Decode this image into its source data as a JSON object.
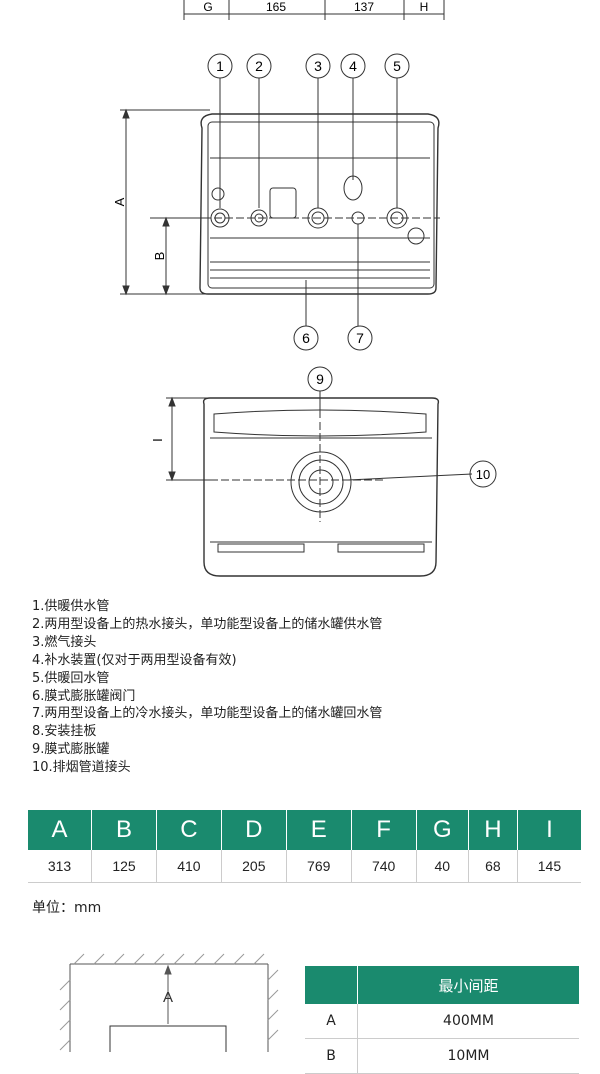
{
  "top_dims": {
    "g": "G",
    "d165": "165",
    "d137": "137",
    "h": "H"
  },
  "callouts": {
    "c1": "1",
    "c2": "2",
    "c3": "3",
    "c4": "4",
    "c5": "5",
    "c6": "6",
    "c7": "7",
    "c9": "9",
    "c10": "10"
  },
  "dim_letters": {
    "a": "A",
    "b": "B",
    "i": "I"
  },
  "legend": [
    "1.供暖供水管",
    "2.两用型设备上的热水接头，单功能型设备上的储水罐供水管",
    "3.燃气接头",
    "4.补水装置(仅对于两用型设备有效)",
    "5.供暖回水管",
    "6.膜式膨胀罐阀门",
    "7.两用型设备上的冷水接头，单功能型设备上的储水罐回水管",
    "8.安装挂板",
    "9.膜式膨胀罐",
    "10.排烟管道接头"
  ],
  "dims_table": {
    "headers": [
      "A",
      "B",
      "C",
      "D",
      "E",
      "F",
      "G",
      "H",
      "I"
    ],
    "values": [
      "313",
      "125",
      "410",
      "205",
      "769",
      "740",
      "40",
      "68",
      "145"
    ]
  },
  "unit_label": "单位：mm",
  "clearance": {
    "diagram_label": "A",
    "header": "最小间距",
    "rows": [
      {
        "key": "A",
        "value": "400MM"
      },
      {
        "key": "B",
        "value": "10MM"
      }
    ]
  }
}
